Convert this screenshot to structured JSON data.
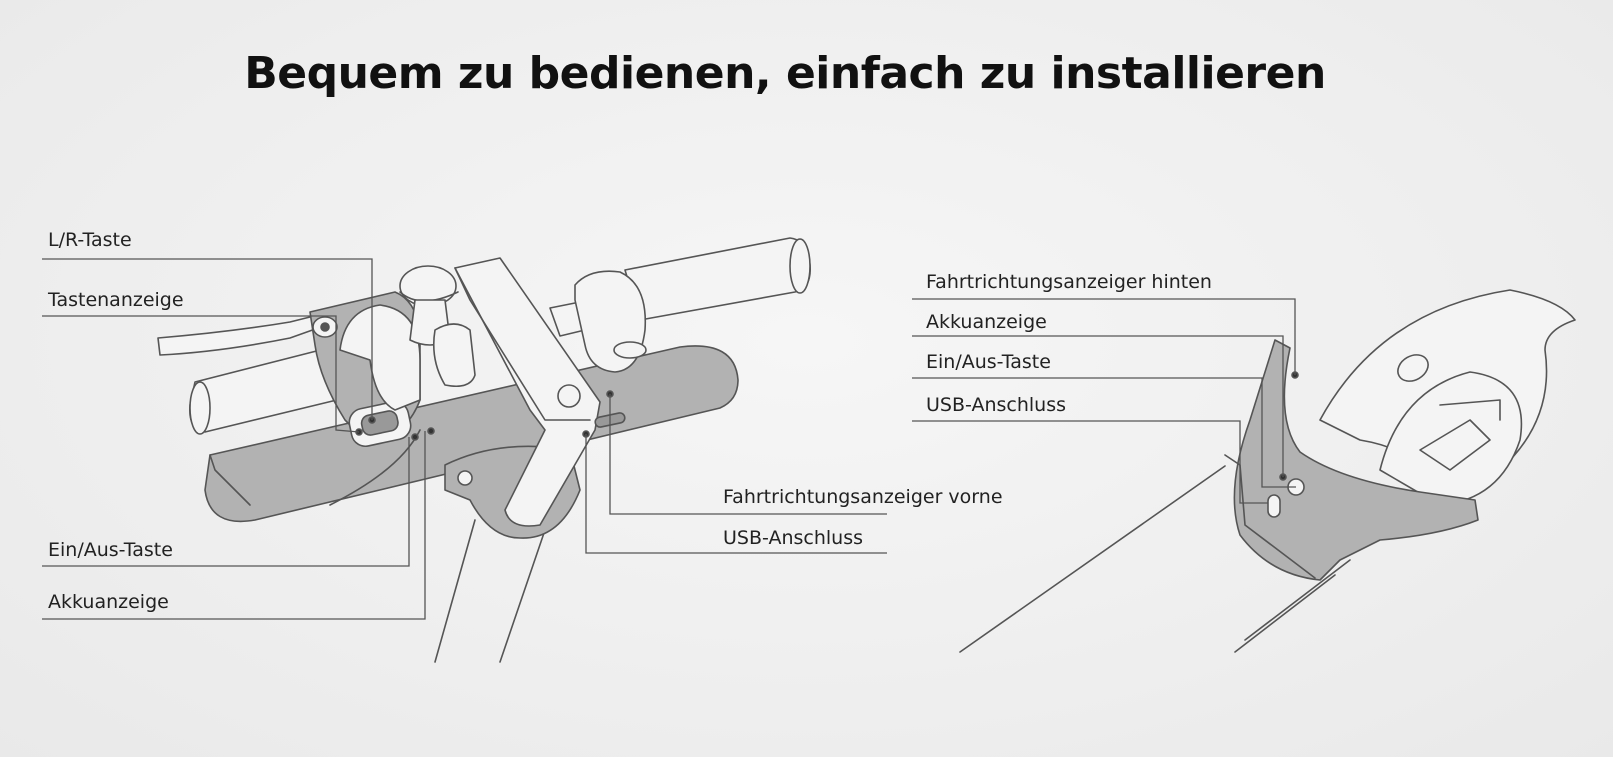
{
  "title": "Bequem zu bedienen, einfach zu installieren",
  "left_labels": {
    "lr_button": "L/R-Taste",
    "button_indicator": "Tastenanzeige",
    "power_button": "Ein/Aus-Taste",
    "battery_indicator": "Akkuanzeige",
    "front_turn_signal": "Fahrtrichtungsanzeiger vorne",
    "usb_port": "USB-Anschluss"
  },
  "right_labels": {
    "rear_turn_signal": "Fahrtrichtungsanzeiger hinten",
    "battery_indicator": "Akkuanzeige",
    "power_button": "Ein/Aus-Taste",
    "usb_port": "USB-Anschluss"
  },
  "colors": {
    "outline": "#555555",
    "fill_dark": "#b2b2b2",
    "fill_light": "#f4f4f4",
    "leader_line": "#555555"
  }
}
